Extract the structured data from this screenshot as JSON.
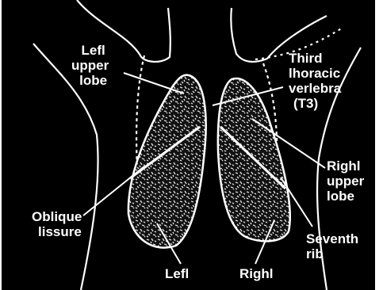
{
  "diagram": {
    "background": "#000000",
    "ink": "#ffffff",
    "labels": {
      "left_upper_lobe": [
        "Lefl",
        "upper",
        "lobe"
      ],
      "third_thoracic_vertebra": [
        "Third",
        "lhoracic",
        "verlebra",
        "(T3)"
      ],
      "right_upper_lobe": [
        "Righl",
        "upper",
        "lobe"
      ],
      "oblique_fissure": [
        "Oblique",
        "lissure"
      ],
      "seventh_rib": [
        "Seventh",
        "rib"
      ],
      "left_lower_lobe": [
        "Lefl"
      ],
      "right_lower_lobe": [
        "Righl"
      ]
    }
  }
}
